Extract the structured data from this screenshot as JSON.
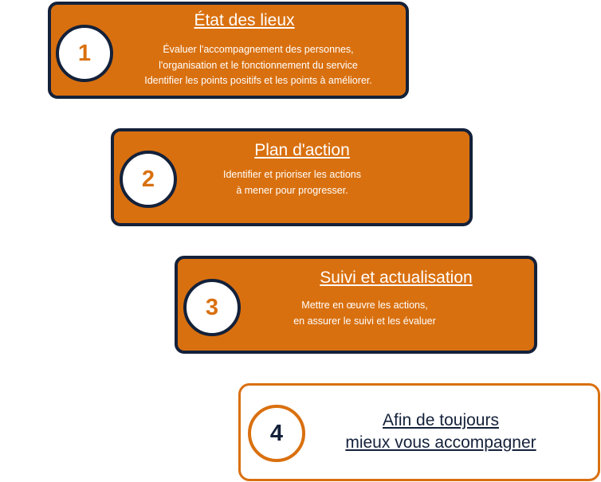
{
  "colors": {
    "orange": "#d9700f",
    "navy": "#14213a",
    "white": "#ffffff"
  },
  "steps": [
    {
      "number": "1",
      "title": "État des lieux ",
      "lines": [
        "Évaluer l'accompagnement des personnes,",
        "l'organisation et le fonctionnement du service",
        "Identifier les points positifs et les points à améliorer."
      ]
    },
    {
      "number": "2",
      "title": "Plan d'action",
      "lines": [
        "Identifier et prioriser les actions",
        "à mener pour progresser."
      ]
    },
    {
      "number": "3",
      "title": "Suivi et actualisation",
      "lines": [
        "Mettre en œuvre les actions,",
        "en assurer le suivi et les évaluer"
      ]
    }
  ],
  "final": {
    "number": "4",
    "lines": [
      "Afin de toujours",
      "mieux vous accompagner"
    ]
  }
}
